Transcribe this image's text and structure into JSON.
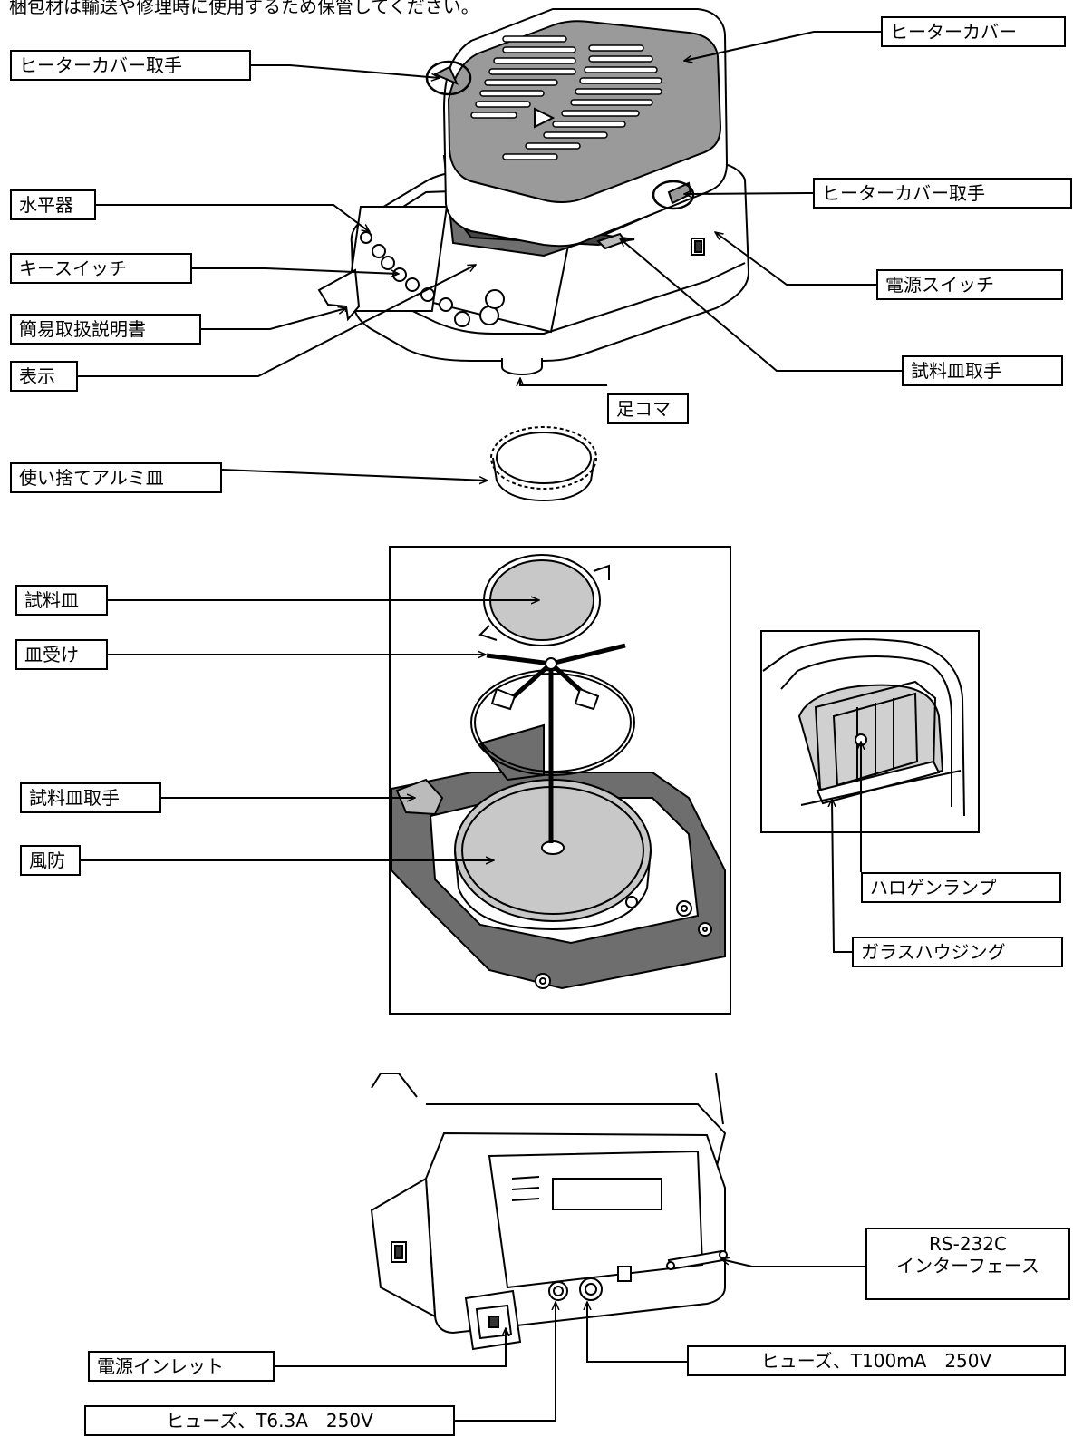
{
  "intro_text": "梱包材は輸送や修理時に使用するため保管してください。",
  "labels": {
    "heater_cover": "ヒーターカバー",
    "heater_cover_handle_left": "ヒーターカバー取手",
    "heater_cover_handle_right": "ヒーターカバー取手",
    "level_indicator": "水平器",
    "key_switch": "キースイッチ",
    "quick_guide": "簡易取扱説明書",
    "display": "表示",
    "power_switch": "電源スイッチ",
    "pan_handle_top": "試料皿取手",
    "foot": "足コマ",
    "aluminum_pan": "使い捨てアルミ皿",
    "sample_pan": "試料皿",
    "pan_support": "皿受け",
    "pan_handle": "試料皿取手",
    "breeze_break": "風防",
    "halogen_lamp": "ハロゲンランプ",
    "glass_housing": "ガラスハウジング",
    "rs232c_line1": "RS-232C",
    "rs232c_line2": "インターフェース",
    "power_inlet": "電源インレット",
    "fuse_t100_prefix": "ヒューズ、",
    "fuse_t100_value": "T100mA　250V",
    "fuse_t63_prefix": "ヒューズ、",
    "fuse_t63_value": "T6.3A　250V"
  }
}
